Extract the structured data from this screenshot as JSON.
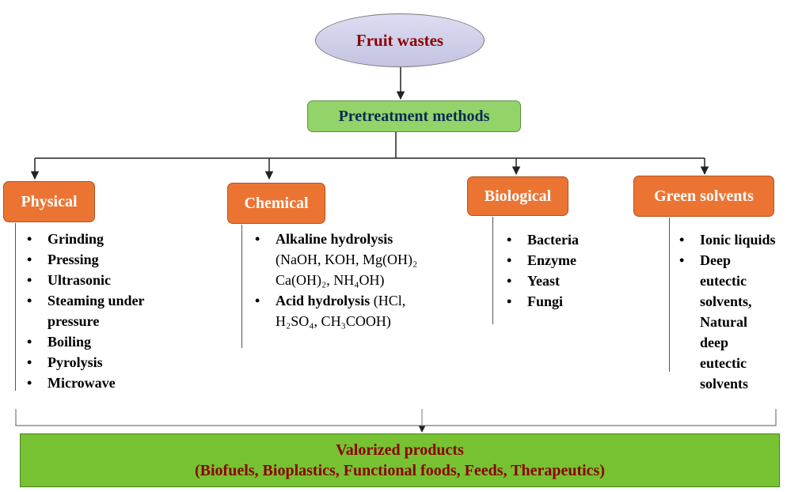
{
  "top": {
    "label": "Fruit wastes"
  },
  "pretreatment": {
    "label": "Pretreatment methods"
  },
  "categories": [
    {
      "label": "Physical"
    },
    {
      "label": "Chemical"
    },
    {
      "label": "Biological"
    },
    {
      "label": "Green solvents"
    }
  ],
  "physical": {
    "items": [
      "Grinding",
      "Pressing",
      "Ultrasonic",
      "Steaming under pressure",
      "Boiling",
      "Pyrolysis",
      "Microwave"
    ]
  },
  "chemical": {
    "alkaline": {
      "title": "Alkaline hydrolysis",
      "detail": "(NaOH, KOH, Mg(OH)₂ Ca(OH)₂, NH₄OH)"
    },
    "acid": {
      "title": "Acid hydrolysis",
      "detail": "(HCl, H₂SO₄, CH₃COOH)"
    }
  },
  "biological": {
    "items": [
      "Bacteria",
      "Enzyme",
      "Yeast",
      "Fungi"
    ]
  },
  "green": {
    "items": [
      "Ionic liquids",
      "Deep eutectic solvents, Natural deep eutectic solvents"
    ]
  },
  "output": {
    "title": "Valorized products",
    "subtitle": "(Biofuels, Bioplastics, Functional foods, Feeds, Therapeutics)"
  },
  "colors": {
    "accent_orange": "#ec7433",
    "box_green": "#92d46a",
    "bottom_green": "#77c232",
    "dark_red": "#8b0000",
    "navy": "#0b2a55"
  }
}
